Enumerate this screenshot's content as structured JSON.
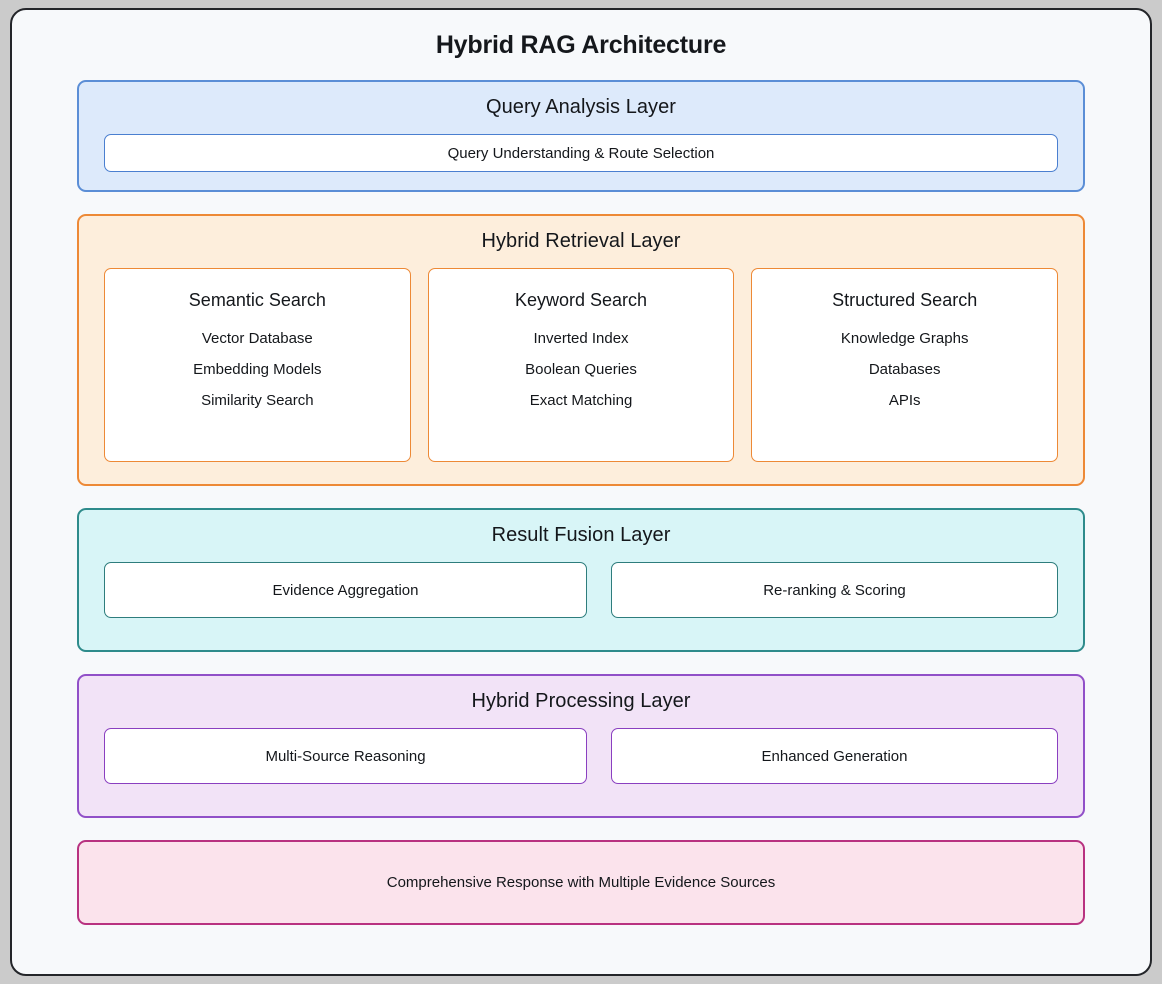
{
  "diagram": {
    "title": "Hybrid RAG Architecture",
    "colors": {
      "page_background": "#cbcbcb",
      "frame_background": "#f7f9fb",
      "frame_border": "#232529",
      "query_border": "#5b8ed6",
      "query_fill": "#ddeafb",
      "retrieval_border": "#ed8936",
      "retrieval_fill": "#fdeedc",
      "fusion_border": "#2e8b8b",
      "fusion_fill": "#d8f5f7",
      "processing_border": "#9150c8",
      "processing_fill": "#f2e3f7",
      "output_border": "#b83280",
      "output_fill": "#fbe3ec"
    }
  },
  "layers": {
    "query_analysis": {
      "title": "Query Analysis Layer",
      "card": "Query Understanding & Route Selection"
    },
    "hybrid_retrieval": {
      "title": "Hybrid Retrieval Layer",
      "columns": [
        {
          "heading": "Semantic Search",
          "items": [
            "Vector Database",
            "Embedding Models",
            "Similarity Search"
          ]
        },
        {
          "heading": "Keyword Search",
          "items": [
            "Inverted Index",
            "Boolean Queries",
            "Exact Matching"
          ]
        },
        {
          "heading": "Structured Search",
          "items": [
            "Knowledge Graphs",
            "Databases",
            "APIs"
          ]
        }
      ]
    },
    "result_fusion": {
      "title": "Result Fusion Layer",
      "cards": [
        "Evidence Aggregation",
        "Re-ranking & Scoring"
      ]
    },
    "hybrid_processing": {
      "title": "Hybrid Processing Layer",
      "cards": [
        "Multi-Source Reasoning",
        "Enhanced Generation"
      ]
    },
    "output": {
      "text": "Comprehensive Response with Multiple Evidence Sources"
    }
  }
}
